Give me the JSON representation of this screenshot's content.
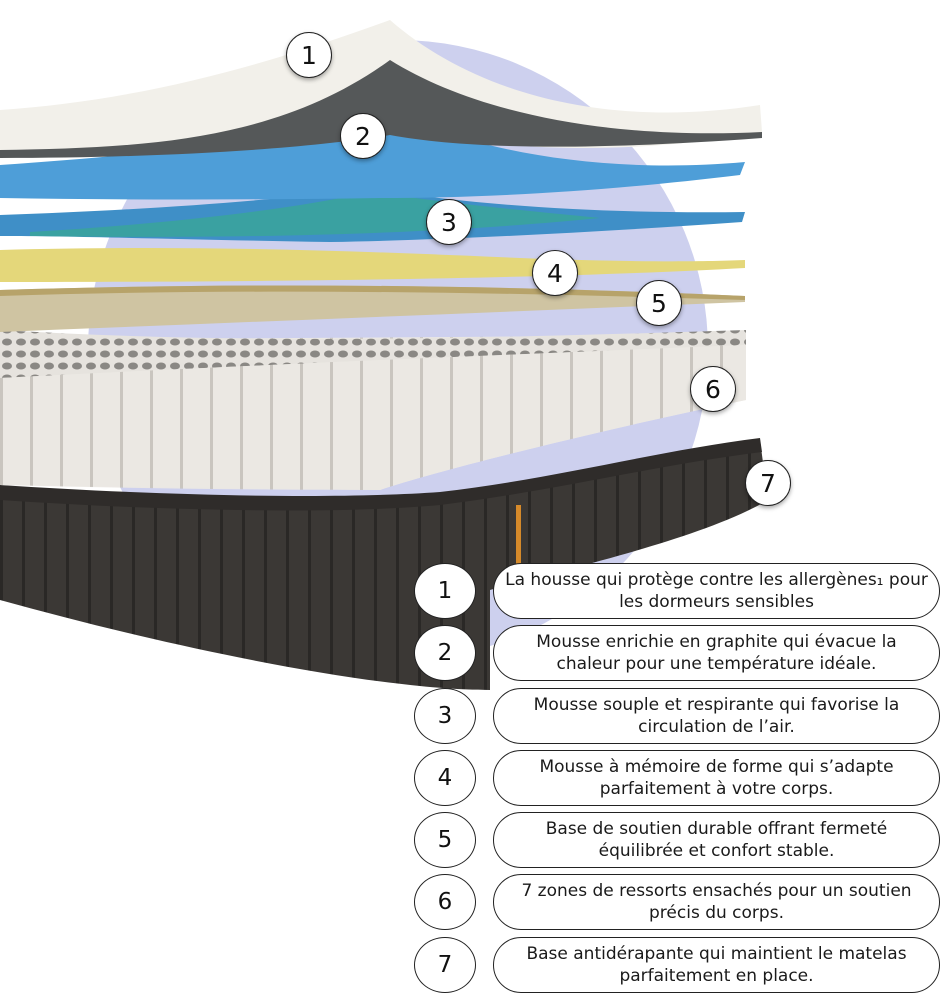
{
  "layers": [
    {
      "number": "1",
      "description": "La housse qui protège contre les allergènes₁ pour les dormeurs sensibles"
    },
    {
      "number": "2",
      "description": "Mousse enrichie en graphite qui évacue la chaleur pour une température idéale."
    },
    {
      "number": "3",
      "description": "Mousse souple et respirante qui favorise la circulation de l’air."
    },
    {
      "number": "4",
      "description": "Mousse à mémoire de forme qui s’adapte parfaitement à votre corps."
    },
    {
      "number": "5",
      "description": "Base de soutien durable offrant fermeté équilibrée et confort stable."
    },
    {
      "number": "6",
      "description": "7 zones de ressorts ensachés pour un soutien précis du corps."
    },
    {
      "number": "7",
      "description": "Base antidérapante qui maintient le matelas parfaitement en place."
    }
  ],
  "colors": {
    "backdrop_circle": "#cdd0ee",
    "cover": "#f2f0ea",
    "graphite_foam": "#4e9ed8",
    "breathable_foam": "#3f8fc7",
    "memory_foam": "#e4d77a",
    "support_base": "#cfc4a2",
    "springs": "#e9e6e0",
    "base": "#3a3734",
    "accent_tag": "#d68a2a"
  }
}
